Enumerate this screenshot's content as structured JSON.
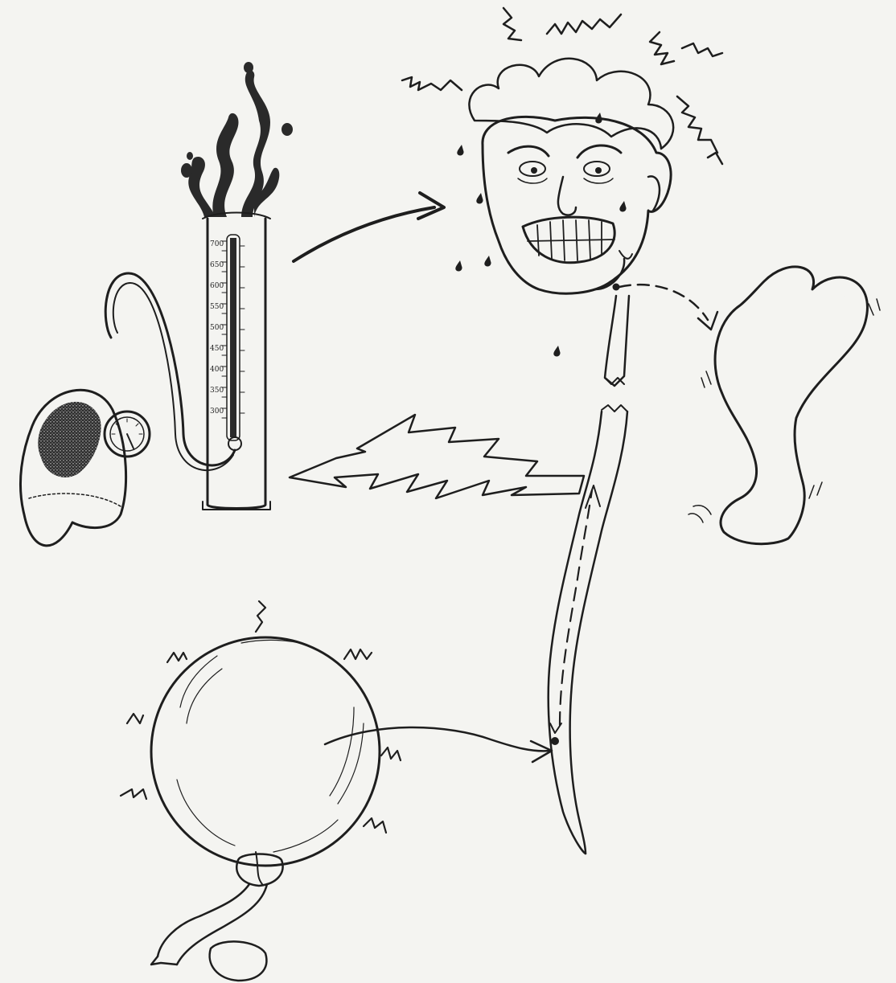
{
  "figure": {
    "style": "hand-drawn pen-and-ink illustration",
    "colors": {
      "paper": "#f4f4f1",
      "ink": "#1e1e1e",
      "stipple": "#333333"
    }
  },
  "manometer": {
    "scale_labels": [
      "700",
      "650",
      "600",
      "550",
      "500",
      "450",
      "400",
      "350",
      "300"
    ]
  },
  "icons": [
    "blood-pressure-gauge-icon",
    "stressed-man-face-icon",
    "heart-icon",
    "bladder-icon",
    "spinal-cord-icon",
    "nerve-signal-lightning-icon"
  ]
}
